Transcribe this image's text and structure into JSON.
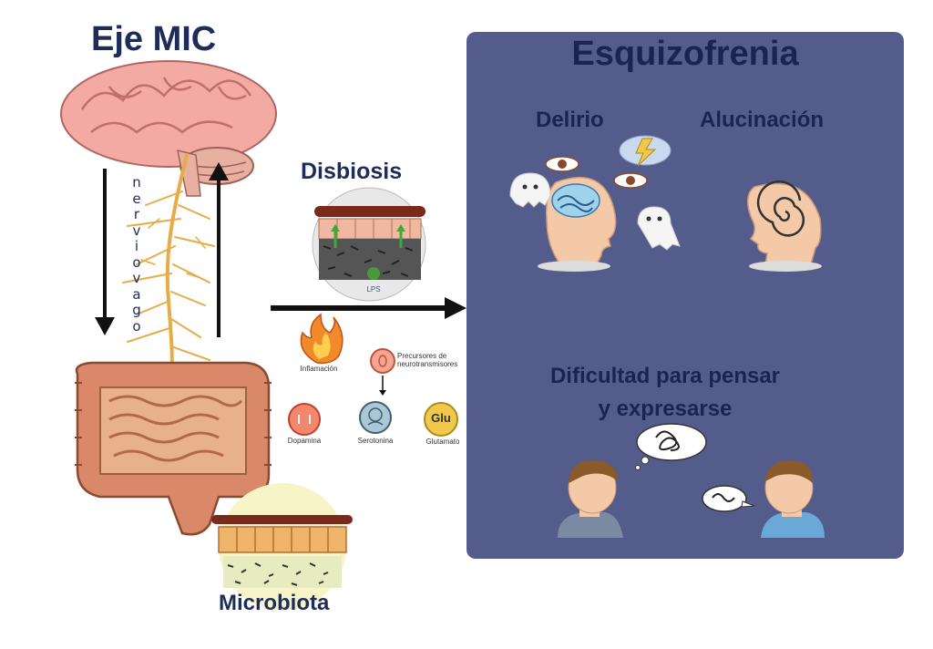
{
  "left": {
    "title": "Eje MIC",
    "nerve_letters": [
      "n",
      "e",
      "r",
      "v",
      "i",
      "o",
      "v",
      "a",
      "g",
      "o"
    ],
    "microbiota_label": "Microbiota"
  },
  "middle": {
    "dysbiosis_title": "Disbiosis",
    "lps_label": "LPS",
    "inflammation_label": "Inflamación",
    "precursors_label_1": "Precursores de",
    "precursors_label_2": "neurotransmisores",
    "dopamine_label": "Dopamina",
    "serotonin_label": "Serotonina",
    "glutamate_label": "Glutamato",
    "glu_badge": "Glu"
  },
  "panel": {
    "title": "Esquizofrenia",
    "delusion_label": "Delirio",
    "hallucination_label": "Alucinación",
    "difficulty_line1": "Dificultad para pensar",
    "difficulty_line2": "y expresarse"
  },
  "colors": {
    "panel_bg": "#545c8c",
    "title_text": "#1e2c5a",
    "brain": "#f0a8a0",
    "intestine": "#d98a66",
    "nerve": "#e9b04a",
    "arrow": "#111111"
  }
}
